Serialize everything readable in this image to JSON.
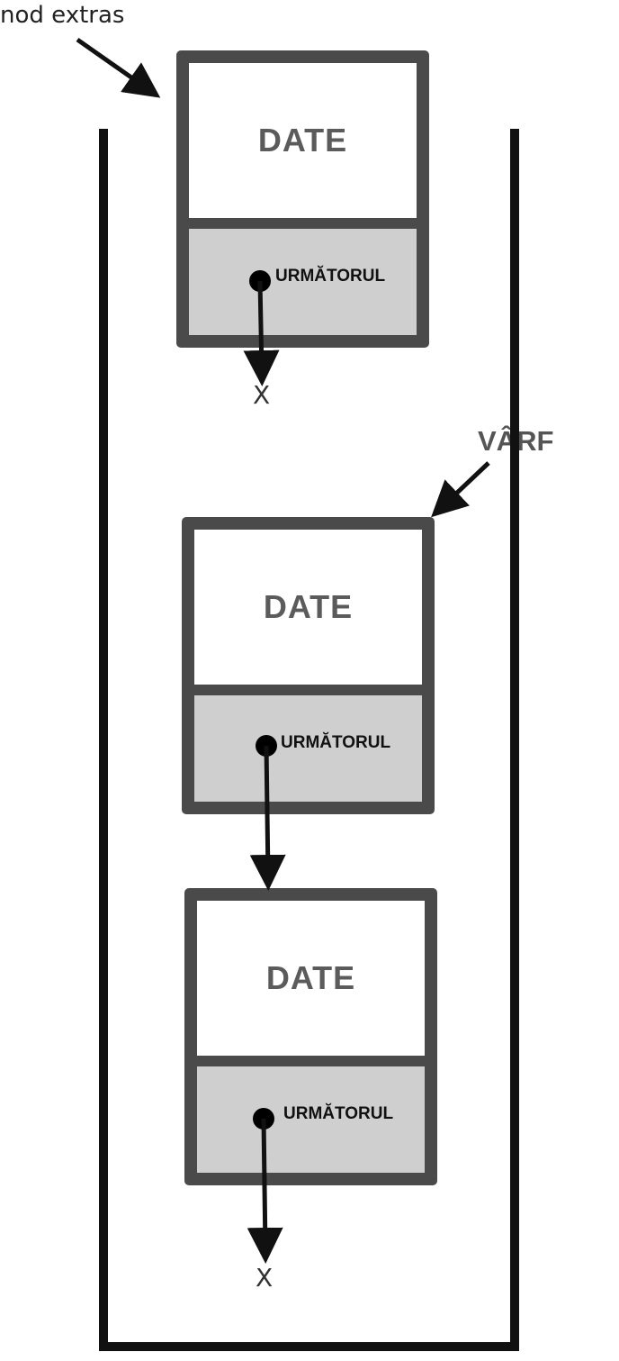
{
  "labels": {
    "extra_node": "nod extras",
    "top": "VÂRF"
  },
  "nodes": [
    {
      "role": "extra",
      "data": "DATE",
      "next": "URMĂTORUL",
      "null_marker": "X"
    },
    {
      "role": "top",
      "data": "DATE",
      "next": "URMĂTORUL"
    },
    {
      "role": "bottom",
      "data": "DATE",
      "next": "URMĂTORUL",
      "null_marker": "X"
    }
  ],
  "colors": {
    "wall": "#111111",
    "node_border": "#4a4a4a",
    "pointer_area": "#cfcfcf",
    "data_text": "#5b5b5b"
  }
}
